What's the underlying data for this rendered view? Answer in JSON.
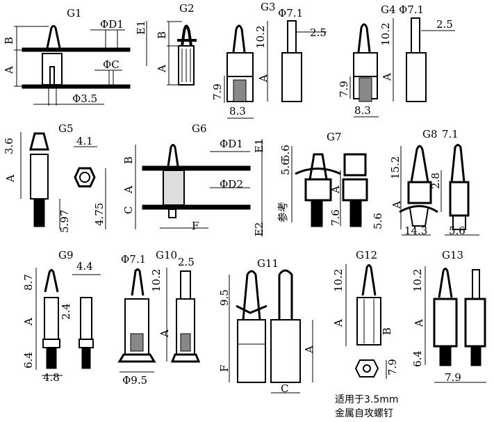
{
  "g1": {
    "title": "G1",
    "b": "B",
    "a": "A",
    "d1": "ΦD1",
    "e1": "E1",
    "c": "ΦC",
    "d35": "Φ3.5"
  },
  "g2": {
    "title": "G2",
    "b": "B",
    "a": "A"
  },
  "g3": {
    "title": "G3",
    "phi": "Φ7.1",
    "w": "2.5",
    "h": "10.2",
    "a": "A",
    "h2": "7.9",
    "base": "8.3"
  },
  "g4": {
    "title": "G4",
    "phi": "Φ7.1",
    "w": "2.5",
    "h": "10.2",
    "a": "A",
    "h2": "7.9",
    "base": "8.3"
  },
  "g5": {
    "title": "G5",
    "h": "3.6",
    "a": "A",
    "w": "4.1",
    "thread": "5.97",
    "hex": "4.75"
  },
  "g6": {
    "title": "G6",
    "b": "B",
    "a": "A",
    "c": "C",
    "d1": "ΦD1",
    "e1": "E1",
    "d2": "ΦD2",
    "f": "F",
    "e2": "E2"
  },
  "g7": {
    "title": "G7",
    "h1": "5.6",
    "h2": "5.6",
    "a": "A",
    "thread": "7.6",
    "ref": "参考"
  },
  "g8": {
    "title": "G8",
    "w": "7.1",
    "h": "15.2",
    "gap": "2.8",
    "a": "A",
    "h2": "5.6",
    "base": "14.3",
    "w2": "5.6"
  },
  "g9": {
    "title": "G9",
    "w": "4.4",
    "h": "8.7",
    "a": "A",
    "gap": "2.4",
    "thread": "6.4",
    "base": "4.8"
  },
  "g10": {
    "title": "G10",
    "phi": "Φ7.1",
    "w": "2.5",
    "h": "10.2",
    "a": "A",
    "base": "Φ9.5"
  },
  "g11": {
    "title": "G11",
    "h": "9.5",
    "a": "A",
    "f": "F",
    "c": "C"
  },
  "g12": {
    "title": "G12",
    "h": "10.2",
    "a": "A",
    "b": "B",
    "hex": "7.9",
    "note1": "适用于3.5mm",
    "note2": "金属自攻螺钉"
  },
  "g13": {
    "title": "G13",
    "h": "10.2",
    "a": "A",
    "thread": "6.4",
    "base": "7.9"
  }
}
